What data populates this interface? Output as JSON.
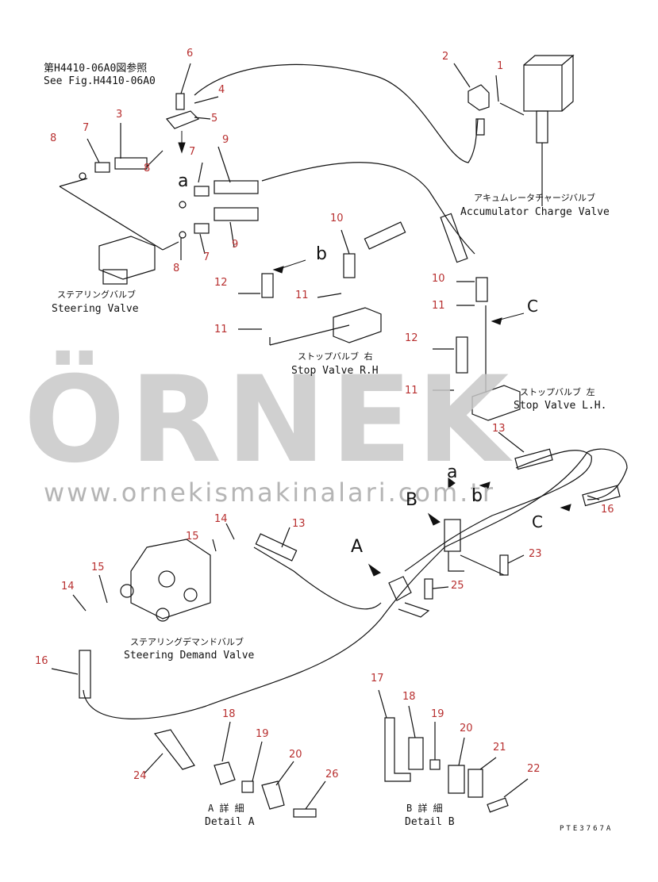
{
  "watermark": {
    "brand": "ÖRNEK",
    "url": "www.ornekismakinalari.com.tr"
  },
  "references": {
    "see_fig_jp": "第H4410-06A0図参照",
    "see_fig_en": "See Fig.H4410-06A0"
  },
  "components": {
    "accumulator_jp": "アキュムレータチャージバルブ",
    "accumulator_en": "Accumulator Charge Valve",
    "steering_jp": "ステアリングバルブ",
    "steering_en": "Steering Valve",
    "stop_rh_jp": "ストップバルブ 右",
    "stop_rh_en": "Stop Valve R.H",
    "stop_lh_jp": "ストップバルブ 左",
    "stop_lh_en": "Stop Valve L.H.",
    "demand_jp": "ステアリングデマンドバルブ",
    "demand_en": "Steering Demand Valve",
    "detail_a_jp": "A 詳 細",
    "detail_a_en": "Detail A",
    "detail_b_jp": "B 詳 細",
    "detail_b_en": "Detail B"
  },
  "drawing_number": "PTE3767A",
  "view_letters": {
    "a_upper": "a",
    "b_upper": "b",
    "c_upper": "C",
    "a_lower": "a",
    "b_lower": "b",
    "c_lower": "C",
    "A": "A",
    "B": "B"
  },
  "callouts": {
    "n1": "1",
    "n2": "2",
    "n3": "3",
    "n4": "4",
    "n5": "5",
    "n6": "6",
    "n7a": "7",
    "n7b": "7",
    "n7c": "7",
    "n8a": "8",
    "n8b": "8",
    "n8c": "8",
    "n9a": "9",
    "n9b": "9",
    "n10a": "10",
    "n10b": "10",
    "n11a": "11",
    "n11b": "11",
    "n11c": "11",
    "n11d": "11",
    "n12a": "12",
    "n12b": "12",
    "n13a": "13",
    "n13b": "13",
    "n14a": "14",
    "n14b": "14",
    "n15a": "15",
    "n15b": "15",
    "n16a": "16",
    "n16b": "16",
    "n17": "17",
    "n18a": "18",
    "n18b": "18",
    "n19a": "19",
    "n19b": "19",
    "n20a": "20",
    "n20b": "20",
    "n21": "21",
    "n22": "22",
    "n23": "23",
    "n24": "24",
    "n25": "25",
    "n26": "26"
  }
}
